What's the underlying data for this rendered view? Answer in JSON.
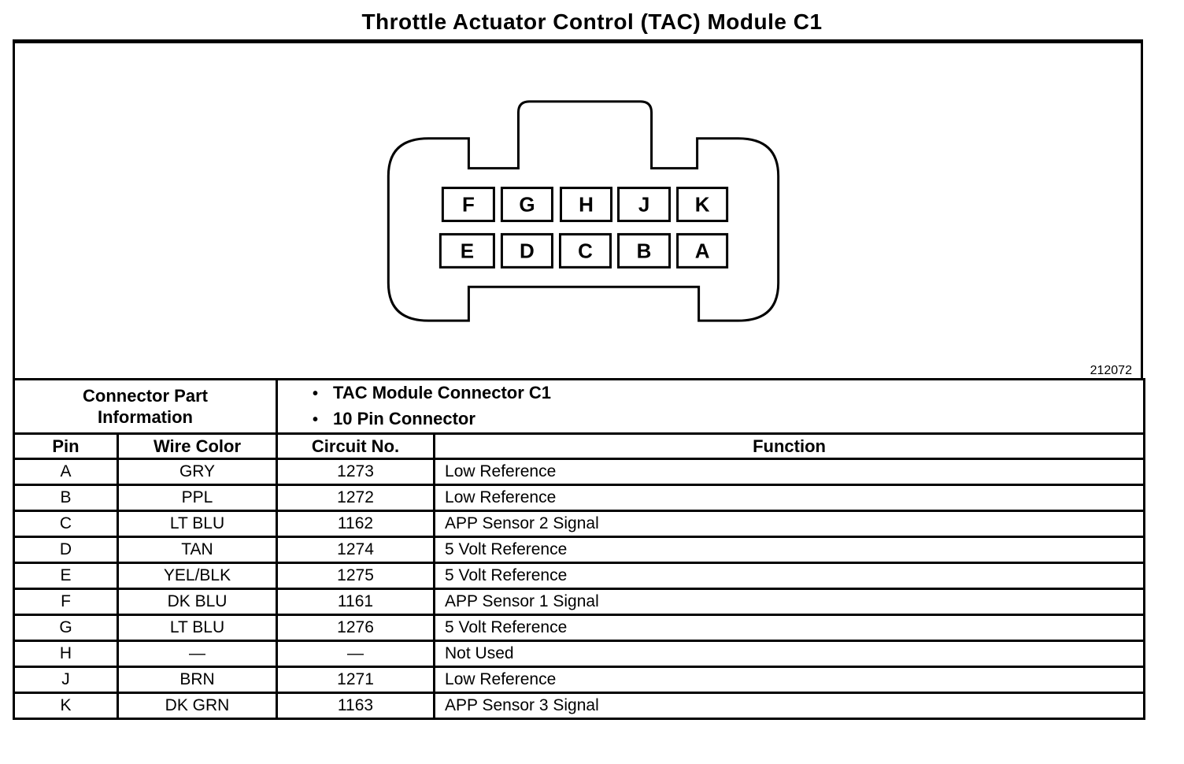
{
  "title": "Throttle Actuator Control (TAC) Module C1",
  "figure_number": "212072",
  "colors": {
    "ink": "#000000",
    "paper": "#ffffff"
  },
  "connector": {
    "top_row_pins": [
      "F",
      "G",
      "H",
      "J",
      "K"
    ],
    "bottom_row_pins": [
      "E",
      "D",
      "C",
      "B",
      "A"
    ]
  },
  "table": {
    "info_header": {
      "line1": "Connector Part",
      "line2": "Information",
      "bullets": [
        "TAC Module Connector C1",
        "10 Pin Connector"
      ]
    },
    "columns": [
      "Pin",
      "Wire Color",
      "Circuit No.",
      "Function"
    ],
    "rows": [
      {
        "pin": "A",
        "wire_color": "GRY",
        "circuit_no": "1273",
        "function": "Low Reference"
      },
      {
        "pin": "B",
        "wire_color": "PPL",
        "circuit_no": "1272",
        "function": "Low Reference"
      },
      {
        "pin": "C",
        "wire_color": "LT BLU",
        "circuit_no": "1162",
        "function": "APP Sensor 2 Signal"
      },
      {
        "pin": "D",
        "wire_color": "TAN",
        "circuit_no": "1274",
        "function": "5 Volt Reference"
      },
      {
        "pin": "E",
        "wire_color": "YEL/BLK",
        "circuit_no": "1275",
        "function": "5 Volt Reference"
      },
      {
        "pin": "F",
        "wire_color": "DK BLU",
        "circuit_no": "1161",
        "function": "APP Sensor 1 Signal"
      },
      {
        "pin": "G",
        "wire_color": "LT BLU",
        "circuit_no": "1276",
        "function": "5 Volt Reference"
      },
      {
        "pin": "H",
        "wire_color": "—",
        "circuit_no": "—",
        "function": "Not Used"
      },
      {
        "pin": "J",
        "wire_color": "BRN",
        "circuit_no": "1271",
        "function": "Low Reference"
      },
      {
        "pin": "K",
        "wire_color": "DK GRN",
        "circuit_no": "1163",
        "function": "APP Sensor 3 Signal"
      }
    ]
  }
}
